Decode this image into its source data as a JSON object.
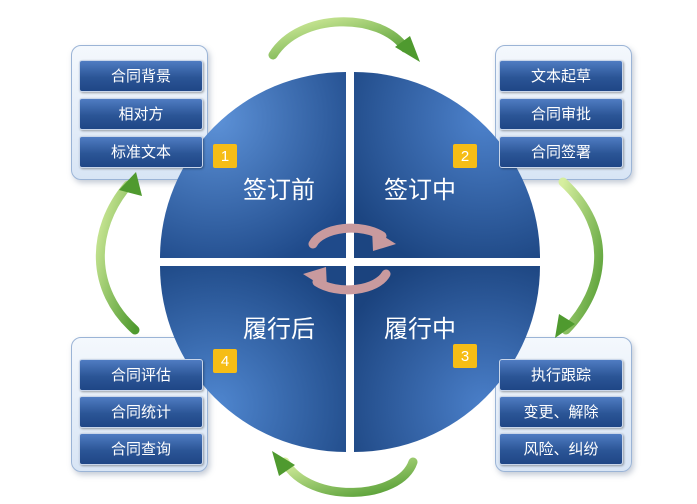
{
  "quadrants": {
    "top_left": {
      "label": "签订前",
      "number": "1"
    },
    "top_right": {
      "label": "签订中",
      "number": "2"
    },
    "bottom_right": {
      "label": "履行中",
      "number": "3"
    },
    "bottom_left": {
      "label": "履行后",
      "number": "4"
    }
  },
  "panels": {
    "top_left": {
      "items": [
        "合同背景",
        "相对方",
        "标准文本"
      ]
    },
    "top_right": {
      "items": [
        "文本起草",
        "合同审批",
        "合同签署"
      ]
    },
    "bottom_right": {
      "items": [
        "执行跟踪",
        "变更、解除",
        "风险、纠纷"
      ]
    },
    "bottom_left": {
      "items": [
        "合同评估",
        "合同统计",
        "合同查询"
      ]
    }
  },
  "colors": {
    "disc_dark": "#1e4b8c",
    "disc_light": "#4f86cf",
    "badge": "#f6bd16",
    "cycle_arrow": "#c99a9e",
    "connector_arrow": "#6fb04a",
    "button": "#2b5596"
  }
}
